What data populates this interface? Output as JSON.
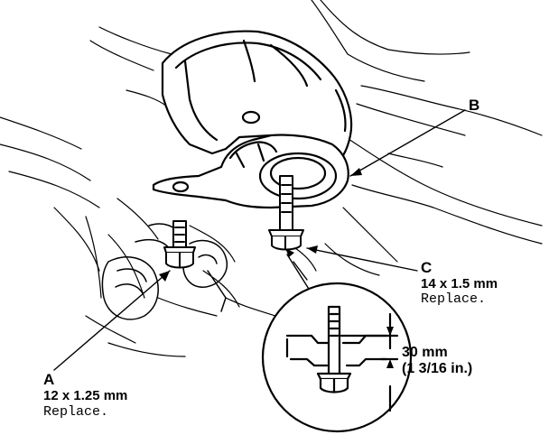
{
  "callouts": {
    "a": {
      "letter": "A",
      "size": "12 x 1.25 mm",
      "note": "Replace."
    },
    "b": {
      "letter": "B"
    },
    "c": {
      "letter": "C",
      "size": "14 x 1.5 mm",
      "note": "Replace."
    }
  },
  "detail": {
    "dimension_metric": "30 mm",
    "dimension_imperial": "(1 3/16 in.)"
  }
}
